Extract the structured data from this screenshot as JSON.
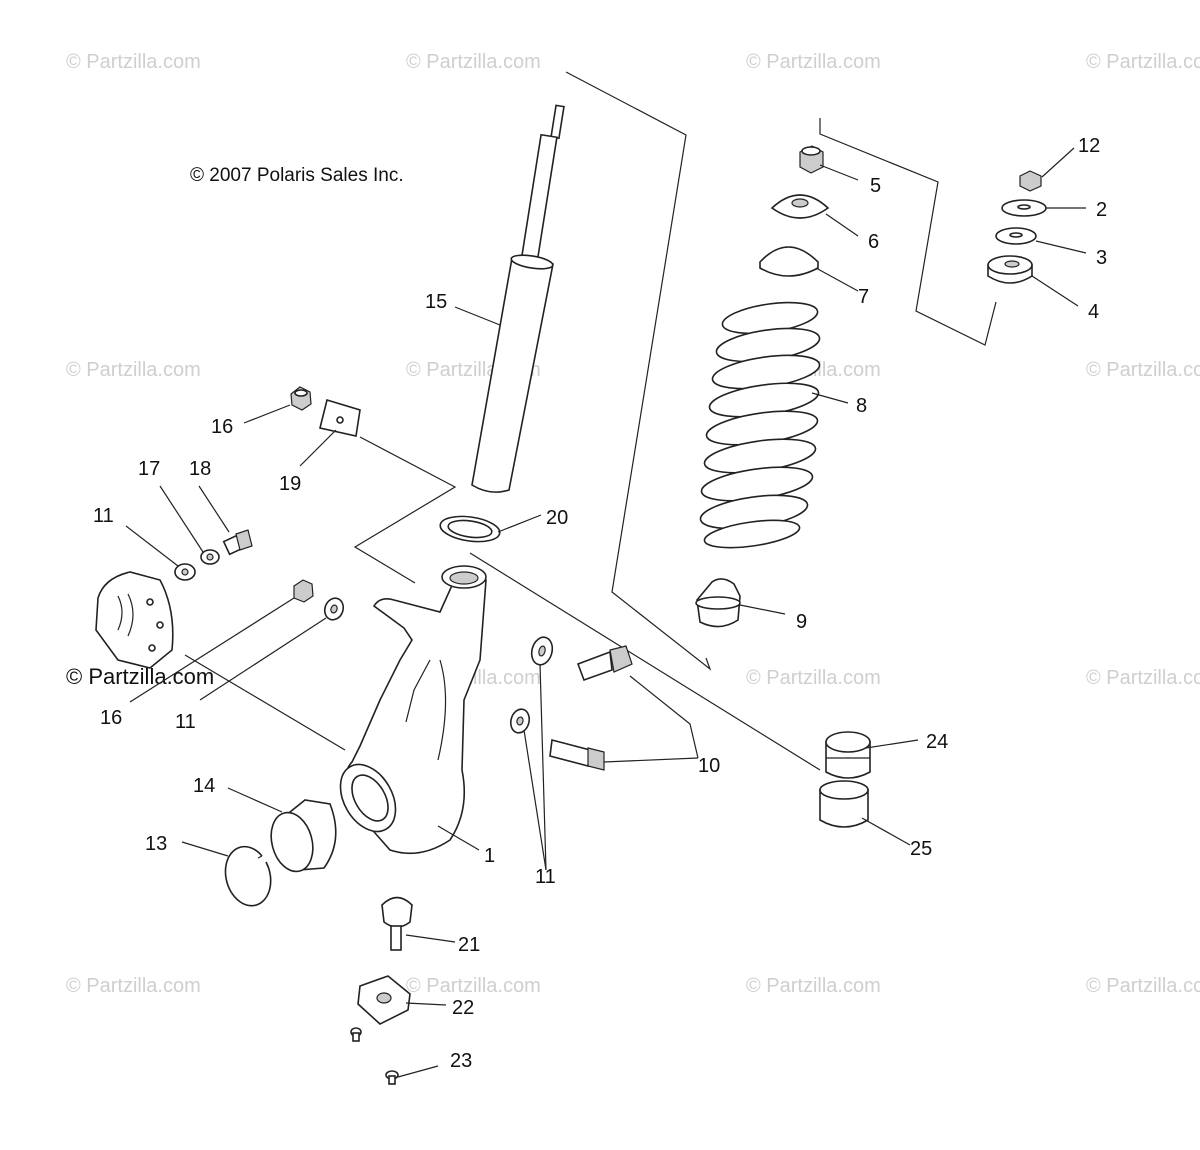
{
  "copyright": "© 2007 Polaris Sales Inc.",
  "watermark": "© Partzilla.com",
  "watermark_prominent": "© Partzilla.com",
  "callouts": [
    "1",
    "2",
    "3",
    "4",
    "5",
    "6",
    "7",
    "8",
    "9",
    "10",
    "11",
    "12",
    "13",
    "14",
    "15",
    "16",
    "16",
    "17",
    "18",
    "19",
    "20",
    "21",
    "22",
    "23",
    "24",
    "25",
    "11",
    "11"
  ],
  "colors": {
    "line": "#222222",
    "watermark": "#cfcfcf",
    "background": "#ffffff"
  }
}
